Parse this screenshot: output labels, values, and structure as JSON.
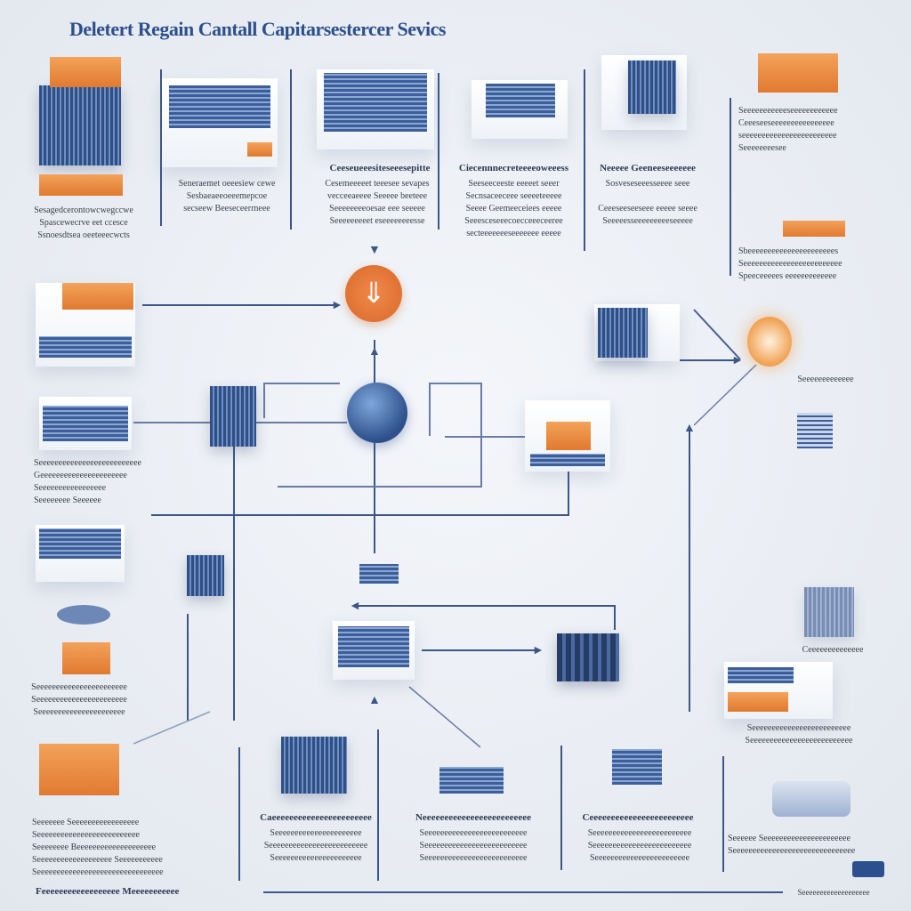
{
  "title": "Deletert Regain Cantall Capitarsestercer Sevics",
  "colors": {
    "accent": "#2c4f8e",
    "orange": "#e07a2f",
    "line": "#3c5688"
  },
  "labels": {
    "tl": "Sesagedcerontowcwegccwe\nSpascewecrve eet ccesce\nSsnoesdtsea oeeteeecwcts",
    "tc1": "Seneraemet oeeesiew cewe\nSesbaeaeeoeeemepcoe\nsecseew Beeseceerrneee",
    "tc2_head": "Ceeseueeesiteseeesepitte",
    "tc2": "Cesemeeeeet teeesee sevapes\nvecceeaeeee Seeeee beeteee\nSeeeeeeeeoesae eee seeeee\nSeeeeeeeeet eseeeeeeeesse",
    "tc3_head": "Ciecennnecreteeeeoweeess",
    "tc3": "Seeseeceeste eeeeet seeer\nSecnsaceeceee seeeeteeeee\nSeeee Geemeeceiees eeeee\nSeeesceseeecoecceeeceeree\nsecteeeeeeeseeeeeee eeeee",
    "tc4_head": "Neeeee Geeneeseeeeeee",
    "tc4": "Sosveseseeesseeee seee\n\nCeeeseeseeseee eeeee seeee\nSeeeeesseeeeeeeeeseeeee",
    "tr": "Seeeeeeeeeeeseeeeeeeeeeee\nCeeeseeseeeeeeeeeeeeeeee\nseeeeeeeeeeeeeeeeeeeeeeee\nSeeeeeeeesee",
    "tr2": "Sbeeeeeeeeeeeeeeeeeeeeees\nSeeeeeeeeeeeeeeeeeeeeeeeee\nSpeeceeeees eeeeeeeeeeeee",
    "mr": "Seeeeeeeeeeeee",
    "ml": "Seeeeeeeeeeeeeeeeeeeeeeeeee\nGeeeeeeeeeeeeeeeeeeeeee\nSeeeeeeeeeeeeeeeee\nSeeeeeeee Seeeeee",
    "lb": "Seeeeeeeeeeeeeeeeeeeeeee\nSeeeeeeeeeeeeeeeeeeeeeee\nSeeeeeeeeeeeeeeeeeeeeee",
    "rb": "Ceeeeeeeeeeeeee",
    "rb2": "Seeeeeeeeeeeeeeeeeeeeeeeee\nSeeeeeeeeeeeeeeeeeeeeeeeeee",
    "bl": "Seeeeeee Seeeeeeeeeeeeeeeee\nSeeeeeeeeeeeeeeeeeeeeeeeeee\nSeeeeeeee Beeeeeeeeeeeeeeeeeeee\nSeeeeeeeeeeeeeeeeeee Seeeeeeeeeee\nSeeeeeeeeeeeeeeeeeeeeeeeeeeeeeeee",
    "bc1_head": "Caeeeeeeeeeeeeeeeeeeeeeee",
    "bc1": "Seeeeeeeeeeeeeeeeeeeeee\nSeeeeeeeeeeeeeeeeeeeeeeeee\nSeeeeeeeeeeeeeeeeeeeeee",
    "bc2_head": "Neeeeeeeeeeeeeeeeeeeeeeeee",
    "bc2": "Seeeeeeeeeeeeeeeeeeeeeeeeee\nSeeeeeeeeeeeeeeeeeeeeeeeeee\nSeeeeeeeeeeeeeeeeeeeeeeeeee",
    "bc3_head": "Ceeeeeeeeeeeeeeeeeeeeeeee",
    "bc3": "Seeeeeeeeeeeeeeeeeeeeeeeee\nSeeeeeeeeeeeeeeeeeeeeeeeee\nSeeeeeeeeeeeeeeeeeeeeeeee",
    "br": "Seeeeee Seeeeeeeeeeeeeeeeeeeeee\nSeeeeeeeeeeeeeeeeeeeeeeeeeeeeeee",
    "footer": "Feeeeeeeeeeeeeeeeee Meeeeeeeeeee",
    "footer_right": "Seeeeeeeeeeeeeeeeeee"
  }
}
